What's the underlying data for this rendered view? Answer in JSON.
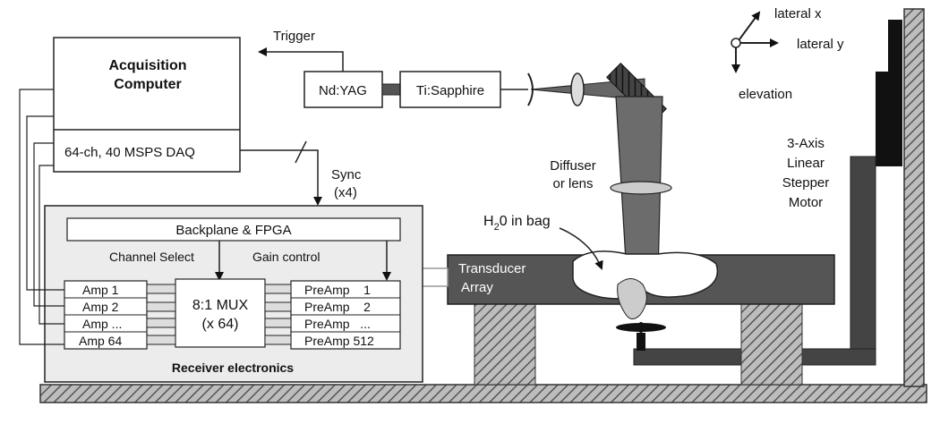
{
  "labels": {
    "acq_line1": "Acquisition",
    "acq_line2": "Computer",
    "daq": "64-ch, 40 MSPS DAQ",
    "trigger": "Trigger",
    "ndyag": "Nd:YAG",
    "tisapph": "Ti:Sapphire",
    "sync": "Sync",
    "sync_count": "(x4)",
    "backplane": "Backplane & FPGA",
    "channel_select": "Channel Select",
    "gain_control": "Gain control",
    "amps": [
      "Amp   1",
      "Amp   2",
      "Amp ...",
      "Amp 64"
    ],
    "mux_line1": "8:1 MUX",
    "mux_line2": "(x 64)",
    "preamps": [
      "PreAmp    1",
      "PreAmp    2",
      "PreAmp   ...",
      "PreAmp 512"
    ],
    "receiver": "Receiver electronics",
    "diffuser_line1": "Diffuser",
    "diffuser_line2": "or lens",
    "water_main": "H",
    "water_sub": "2",
    "water_rest": "0 in bag",
    "transducer_line1": "Transducer",
    "transducer_line2": "Array",
    "axis_x": "lateral x",
    "axis_y": "lateral y",
    "axis_elev": "elevation",
    "motor_line1": "3-Axis",
    "motor_line2": "Linear",
    "motor_line3": "Stepper",
    "motor_line4": "Motor"
  }
}
